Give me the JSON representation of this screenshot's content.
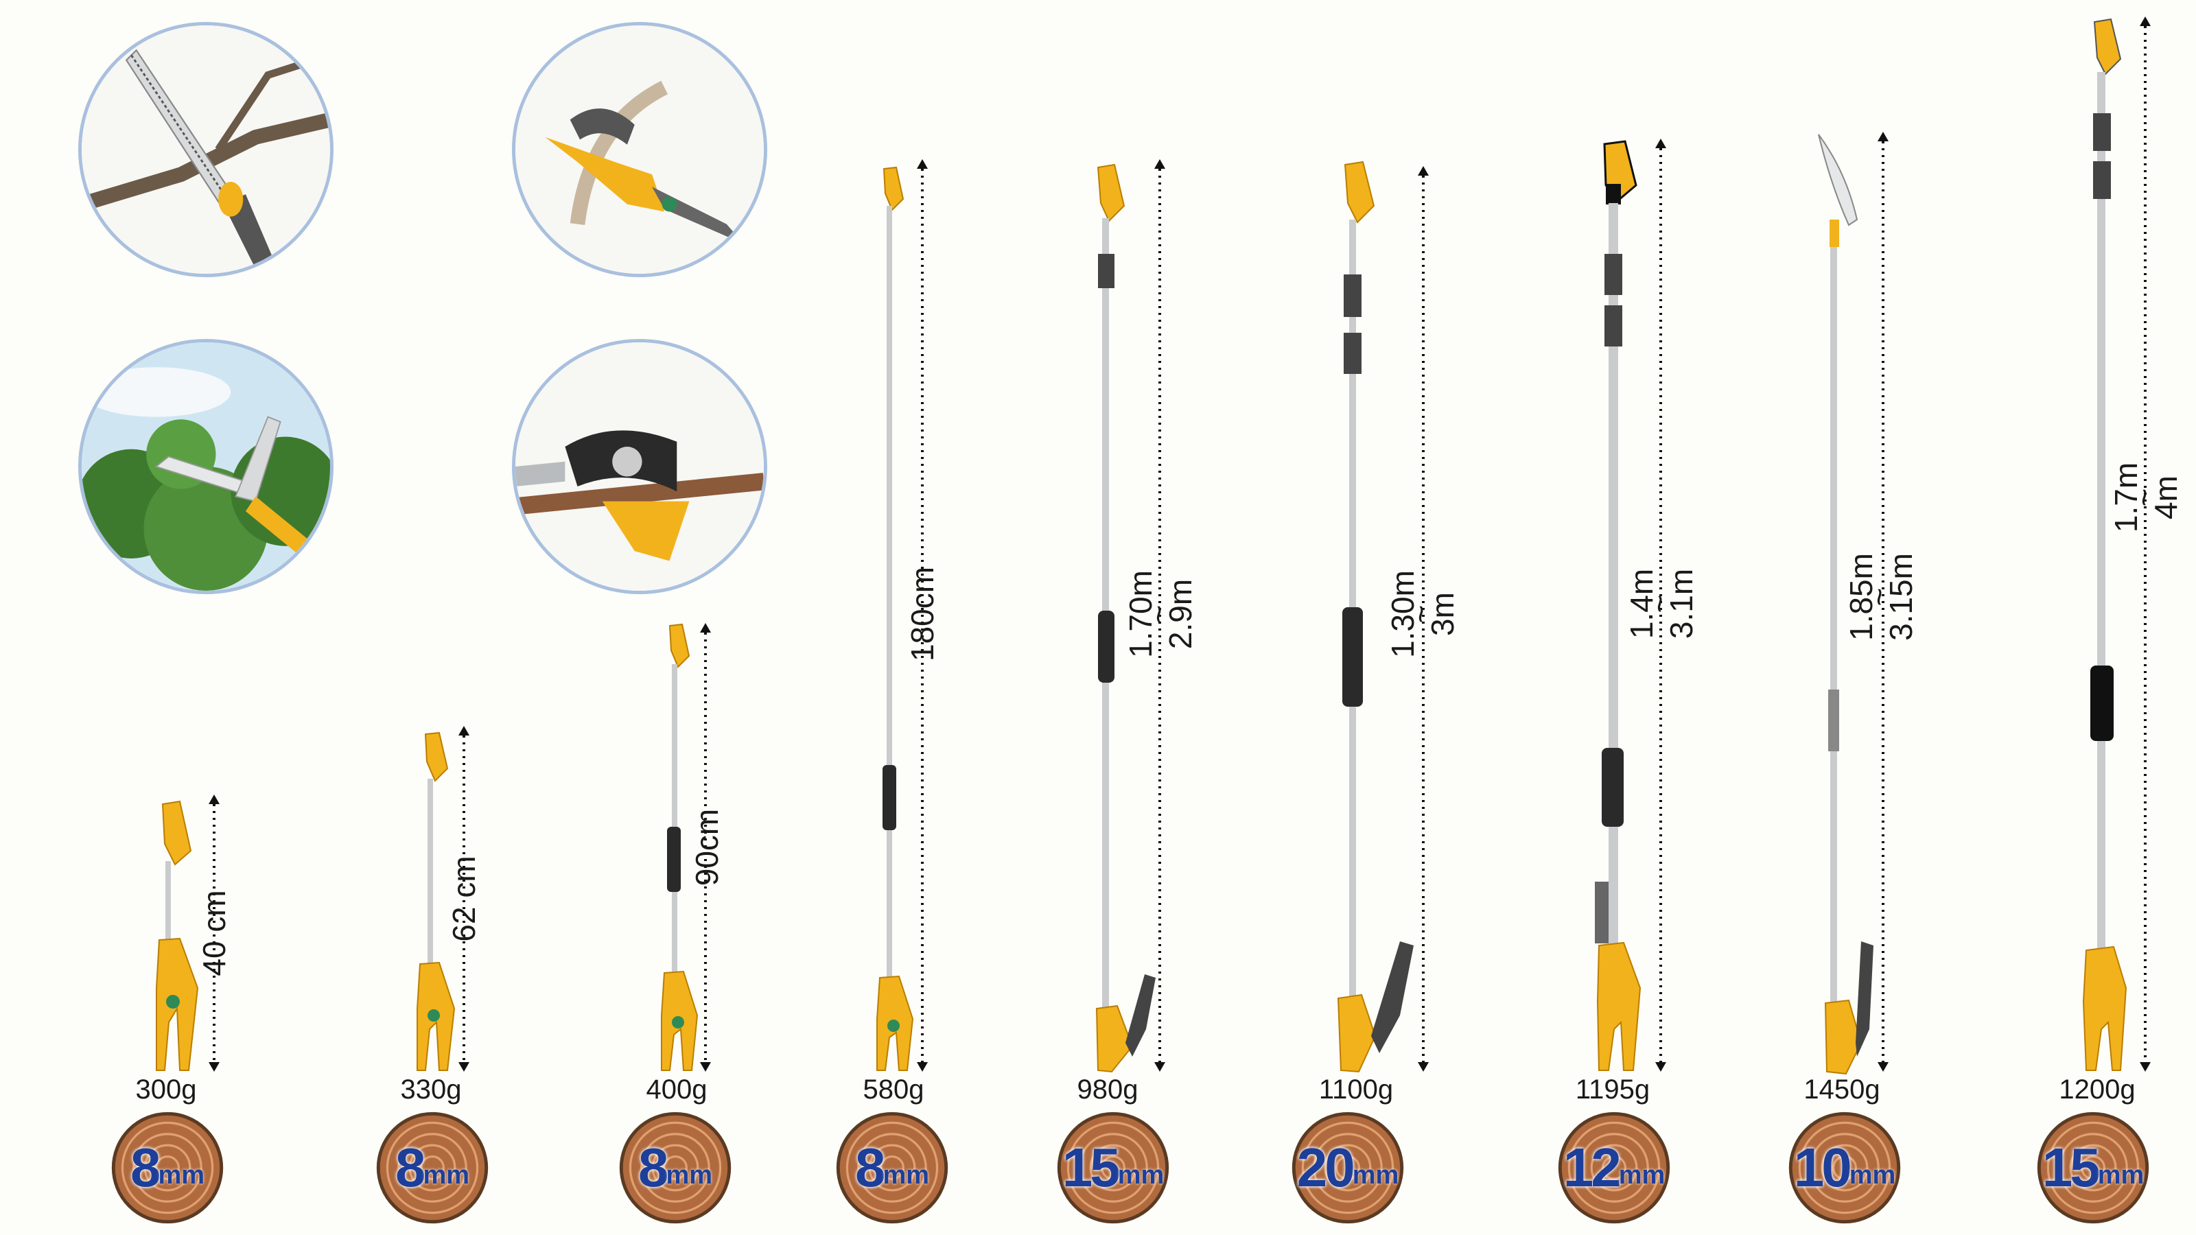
{
  "detail_images": [
    {
      "subject": "pruning-saw-on-branch"
    },
    {
      "subject": "anvil-cutter-head-on-branch"
    },
    {
      "subject": "hedge-shear-blade-in-foliage"
    },
    {
      "subject": "bypass-cutter-head-on-branch"
    }
  ],
  "products": [
    {
      "length": "40 cm",
      "weight": "300g",
      "capacity": "8",
      "unit": "mm"
    },
    {
      "length": "62 cm",
      "weight": "330g",
      "capacity": "8",
      "unit": "mm"
    },
    {
      "length": "90cm",
      "weight": "400g",
      "capacity": "8",
      "unit": "mm"
    },
    {
      "length": "180cm",
      "weight": "580g",
      "capacity": "8",
      "unit": "mm"
    },
    {
      "length_min": "1.70m",
      "length_max": "2.9m",
      "weight": "980g",
      "capacity": "15",
      "unit": "mm"
    },
    {
      "length_min": "1.30m",
      "length_max": "3m",
      "weight": "1100g",
      "capacity": "20",
      "unit": "mm"
    },
    {
      "length_min": "1.4m",
      "length_max": "3.1m",
      "weight": "1195g",
      "capacity": "12",
      "unit": "mm"
    },
    {
      "length_min": "1.85m",
      "length_max": "3.15m",
      "weight": "1450g",
      "capacity": "10",
      "unit": "mm"
    },
    {
      "length_min": "1.7m",
      "length_max": "4m",
      "weight": "1200g",
      "capacity": "15",
      "unit": "mm"
    }
  ],
  "colors": {
    "accent_yellow": "#f2b21b",
    "pole_silver": "#c9cbcd",
    "log_wood": "#b06a3e",
    "capacity_blue": "#1d3f9a",
    "circle_border": "#a9c0de"
  },
  "range_separator": "~"
}
